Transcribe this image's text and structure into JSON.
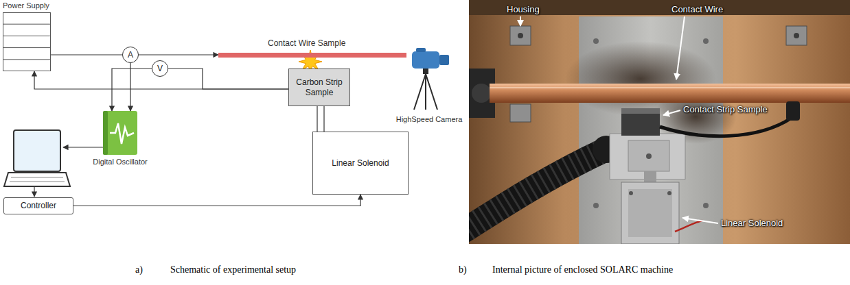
{
  "diagram": {
    "nodes": [
      {
        "text": [
          "Power Supply"
        ]
      },
      {
        "text": [
          "A"
        ]
      },
      {
        "text": [
          "V"
        ]
      },
      {
        "text": [
          "Contact Wire Sample"
        ]
      },
      {
        "text": [
          "Carbon Strip Sample"
        ]
      },
      {
        "text": [
          "HighSpeed Camera"
        ]
      },
      {
        "text": [
          "Digital Oscillator"
        ]
      },
      {
        "text": [
          "Linear Solenoid"
        ]
      },
      {
        "text": [
          "Controller"
        ]
      }
    ],
    "edges": [
      {
        "from": 0,
        "to": 1,
        "arrow": "none"
      },
      {
        "from": 1,
        "to": 3,
        "arrow": "to"
      },
      {
        "from": 4,
        "to": 0,
        "arrow": "to"
      },
      {
        "from": 2,
        "to": 4,
        "arrow": "none"
      },
      {
        "from": 1,
        "to": 6,
        "arrow": "to"
      },
      {
        "from": 2,
        "to": 6,
        "arrow": "to"
      },
      {
        "from": 8,
        "to": 7,
        "arrow": "to"
      },
      {
        "from": 7,
        "to": 4,
        "arrow": "none"
      }
    ],
    "labels": [
      "Housing",
      "Contact Wire",
      "Contact Strip Sample",
      "Linear Solenoid",
      "a)",
      "Schematic of experimental setup",
      "b)",
      "Internal picture of enclosed SOLARC machine"
    ]
  }
}
